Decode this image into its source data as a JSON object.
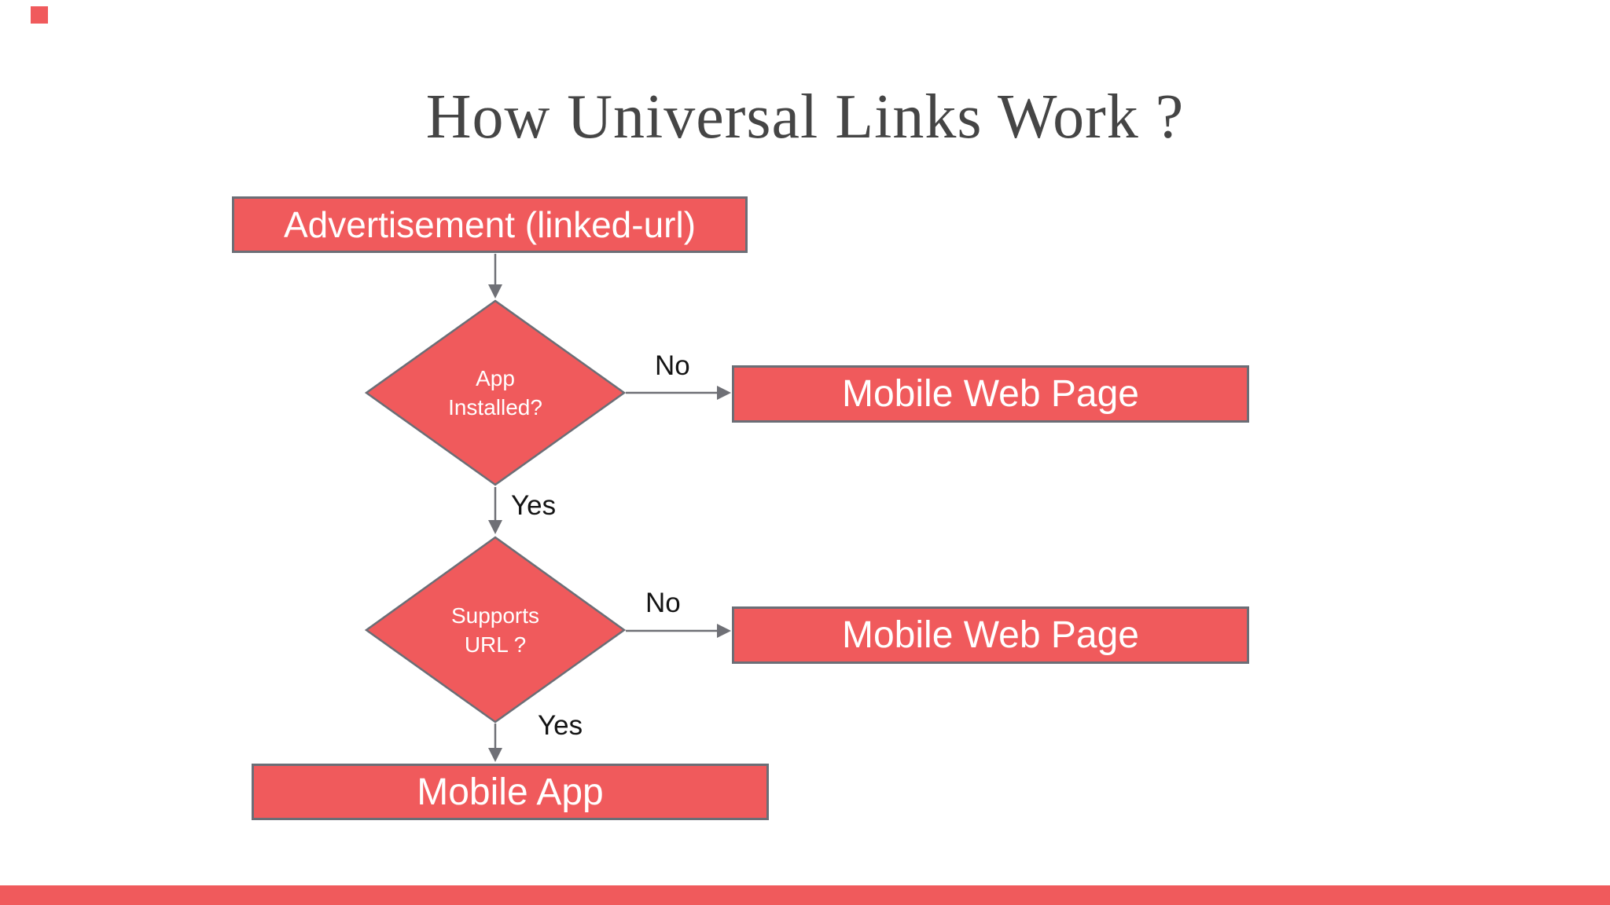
{
  "page": {
    "title": "How Universal Links Work ?"
  },
  "flowchart": {
    "nodes": {
      "advertisement": {
        "label": "Advertisement (linked-url)"
      },
      "app_installed": {
        "line1": "App",
        "line2": "Installed?"
      },
      "mobile_web_page_no_app": {
        "label": "Mobile Web Page"
      },
      "supports_url": {
        "line1": "Supports",
        "line2": "URL ?"
      },
      "mobile_web_page_no_url": {
        "label": "Mobile Web Page"
      },
      "mobile_app": {
        "label": "Mobile App"
      }
    },
    "edge_labels": {
      "app_installed_no": "No",
      "app_installed_yes": "Yes",
      "supports_url_no": "No",
      "supports_url_yes": "Yes"
    }
  },
  "colors": {
    "accent": "#F05A5C",
    "node_border": "#6B6E76",
    "arrow": "#6F7076",
    "title_color": "#454545",
    "label_color": "#141414"
  }
}
